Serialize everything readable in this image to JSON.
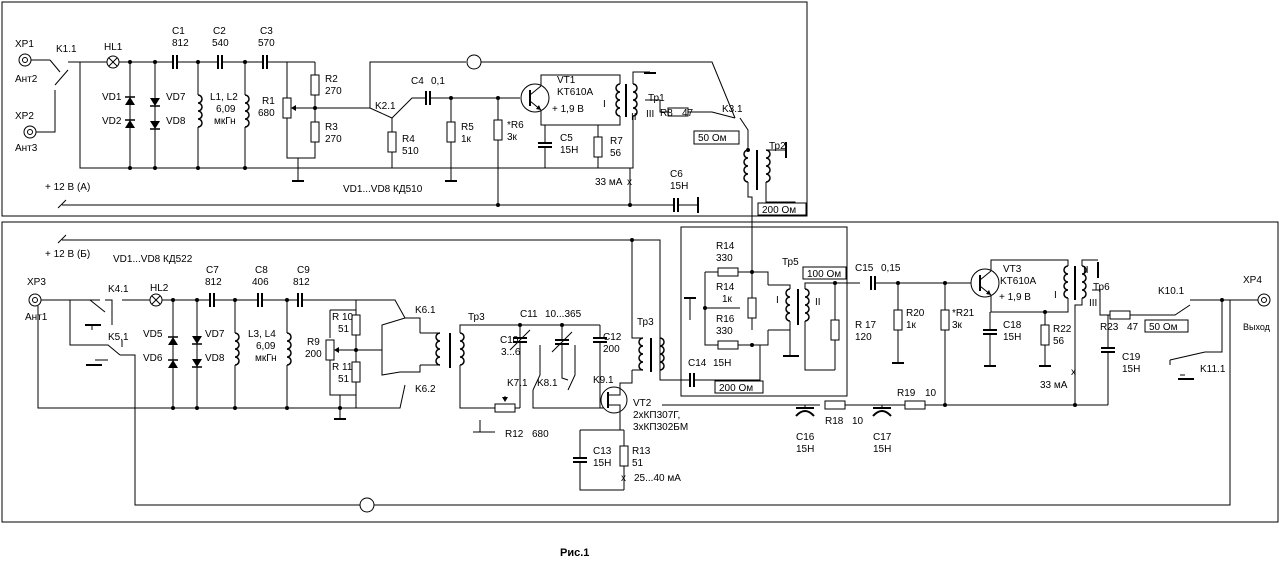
{
  "figure_caption": "Рис.1",
  "top": {
    "xp1": "XP1",
    "ant2": "Ант2",
    "xp2": "XP2",
    "ant3": "Ант3",
    "k11": "K1.1",
    "hl1": "HL1",
    "c1": "C1",
    "c1v": "812",
    "c2": "C2",
    "c2v": "540",
    "c3": "C3",
    "c3v": "570",
    "vd1": "VD1",
    "vd2": "VD2",
    "vd7": "VD7",
    "vd8": "VD8",
    "l12": "L1, L2",
    "l12v": "6,09",
    "l12u": "мкГн",
    "r1": "R1",
    "r1v": "680",
    "r2": "R2",
    "r2v": "270",
    "r3": "R3",
    "r3v": "270",
    "k21": "K2.1",
    "c4": "C4",
    "c4v": "0,1",
    "r4": "R4",
    "r4v": "510",
    "r5": "R5",
    "r5v": "1к",
    "r6": "*R6",
    "r6v": "3к",
    "vt1": "VT1",
    "vt1t": "KT610A",
    "vt1b": "+ 1,9 В",
    "c5": "C5",
    "c5v": "15Н",
    "r7": "R7",
    "r7v": "56",
    "tr1": "Тр1",
    "tr1i": "I",
    "tr1ii": "II",
    "tr1iii": "III",
    "r8": "R8",
    "r8v": "47",
    "k31": "K3.1",
    "z50": "50 Ом",
    "tr2": "Тр2",
    "z200": "200 Ом",
    "ma33": "33 мА",
    "c6": "C6",
    "c6v": "15Н",
    "plus12a": "+ 12 В (А)",
    "vdnote": "VD1...VD8  КД510"
  },
  "bottom": {
    "plus12b": "+ 12 В (Б)",
    "vdnote": "VD1...VD8   КД522",
    "xp3": "XP3",
    "ant1": "Ант1",
    "k41": "K4.1",
    "k51": "K5.1",
    "hl2": "HL2",
    "c7": "C7",
    "c7v": "812",
    "c8": "C8",
    "c8v": "406",
    "c9": "C9",
    "c9v": "812",
    "vd5": "VD5",
    "vd6": "VD6",
    "vd7": "VD7",
    "vd8": "VD8",
    "l34": "L3, L4",
    "l34v": "6,09",
    "l34u": "мкГн",
    "r9": "R9",
    "r9v": "200",
    "r10": "R 10",
    "r10v": "51",
    "r11": "R 11",
    "r11v": "51",
    "k61": "K6.1",
    "k62": "K6.2",
    "tr3a": "Тр3",
    "c11": "C11",
    "c11v": "10...365",
    "c10": "C10",
    "c10v": "3...6",
    "c12": "C12",
    "c12v": "200",
    "k71": "K7.1",
    "k81": "K8.1",
    "r12": "R12",
    "r12v": "680",
    "k91": "K9.1",
    "vt2": "VT2",
    "vt2t1": "2хКП307Г,",
    "vt2t2": "3хКП302БМ",
    "c13": "C13",
    "c13v": "15Н",
    "r13": "R13",
    "r13v": "51",
    "ma2540": "25...40 мА",
    "tr3b": "Тр3",
    "c14": "C14",
    "c14v": "15Н",
    "z200": "200 Ом",
    "r14a": "R14",
    "r14av": "330",
    "r14b": "R14",
    "r14bv": "1к",
    "r16": "R16",
    "r16v": "330",
    "tr5": "Тр5",
    "tr5i": "I",
    "tr5ii": "II",
    "z100": "100 Ом",
    "r17": "R 17",
    "r17v": "120",
    "c15": "C15",
    "c15v": "0,15",
    "r20": "R20",
    "r20v": "1к",
    "r21": "*R21",
    "r21v": "3к",
    "vt3": "VT3",
    "vt3t": "KT610A",
    "vt3b": "+ 1,9 В",
    "c18": "C18",
    "c18v": "15Н",
    "r22": "R22",
    "r22v": "56",
    "ma33": "33 мА",
    "tr6": "Тр6",
    "tr6i": "I",
    "tr6ii": "II",
    "tr6iii": "III",
    "r23": "R23",
    "r23v": "47",
    "z50": "50 Ом",
    "k101": "K10.1",
    "k111": "K11.1",
    "c19": "C19",
    "c19v": "15Н",
    "r18": "R18",
    "r18v": "10",
    "r19": "R19",
    "r19v": "10",
    "c16": "C16",
    "c16v": "15Н",
    "c17": "C17",
    "c17v": "15Н",
    "xp4": "XP4",
    "out": "Выход"
  }
}
